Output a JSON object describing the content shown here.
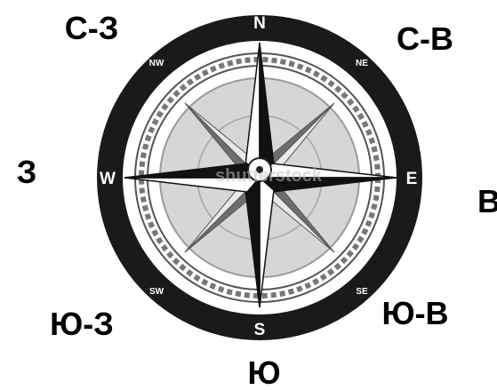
{
  "outer_labels": {
    "north": "",
    "north_west": "С-З",
    "north_east": "С-В",
    "west": "З",
    "east": "В",
    "south_west": "Ю-З",
    "south_east": "Ю-В",
    "south": "Ю"
  },
  "ring_labels": {
    "n": "N",
    "e": "E",
    "s": "S",
    "w": "W",
    "nw": "NW",
    "ne": "NE",
    "sw": "SW",
    "se": "SE"
  },
  "watermark": "shutterstock",
  "colors": {
    "ring": "#1a1a1a",
    "dial": "#d6d6d6",
    "needle_dark": "#111111",
    "needle_light": "#ffffff",
    "diag_light": "#e9e9e9",
    "diag_dark": "#6e6e6e"
  }
}
